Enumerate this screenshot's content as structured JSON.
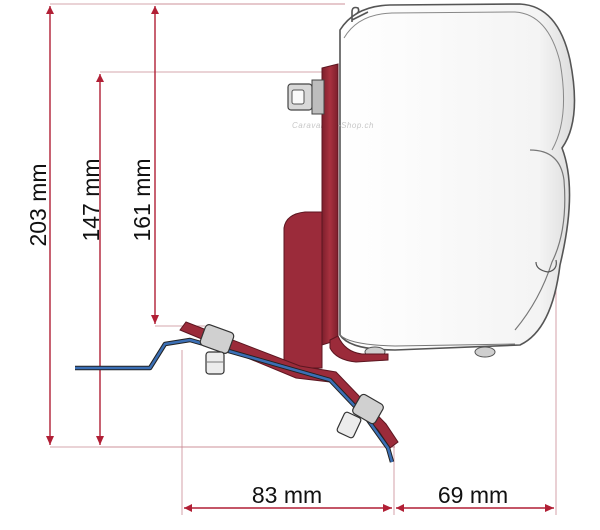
{
  "dimensions": {
    "height_total": "203 mm",
    "height_mid": "147 mm",
    "height_inner": "161 mm",
    "width_bracket": "83 mm",
    "width_right": "69 mm"
  },
  "watermark": "Caravaning-Shop.ch",
  "colors": {
    "dimension_line": "#b11f35",
    "bracket": "#9b2b3a",
    "bracket_dark": "#6e1d27",
    "rail": "#3b6fb5",
    "awning_outline": "#555555"
  }
}
